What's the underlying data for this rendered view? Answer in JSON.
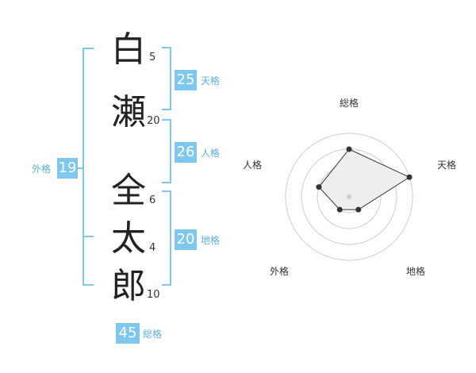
{
  "name": {
    "surname": [
      {
        "char": "白",
        "strokes": "5"
      },
      {
        "char": "瀬",
        "strokes": "20"
      }
    ],
    "given": [
      {
        "char": "全",
        "strokes": "6"
      },
      {
        "char": "太",
        "strokes": "4"
      },
      {
        "char": "郎",
        "strokes": "10"
      }
    ]
  },
  "kakusu": {
    "tenkaku": {
      "value": "25",
      "label": "天格"
    },
    "jinkaku": {
      "value": "26",
      "label": "人格"
    },
    "chikaku": {
      "value": "20",
      "label": "地格"
    },
    "gaikaku": {
      "value": "19",
      "label": "外格"
    },
    "soukaku": {
      "value": "45",
      "label": "総格"
    }
  },
  "radar": {
    "axes": [
      "総格",
      "天格",
      "地格",
      "外格",
      "人格"
    ],
    "levels": 4,
    "values": [
      3,
      4,
      1,
      1,
      2
    ],
    "colors": {
      "ring": "#cccccc",
      "fill": "#eeeeee",
      "stroke": "#333333",
      "dot": "#333333",
      "center": "#cccccc"
    }
  },
  "colors": {
    "accent": "#7ec8f0"
  }
}
